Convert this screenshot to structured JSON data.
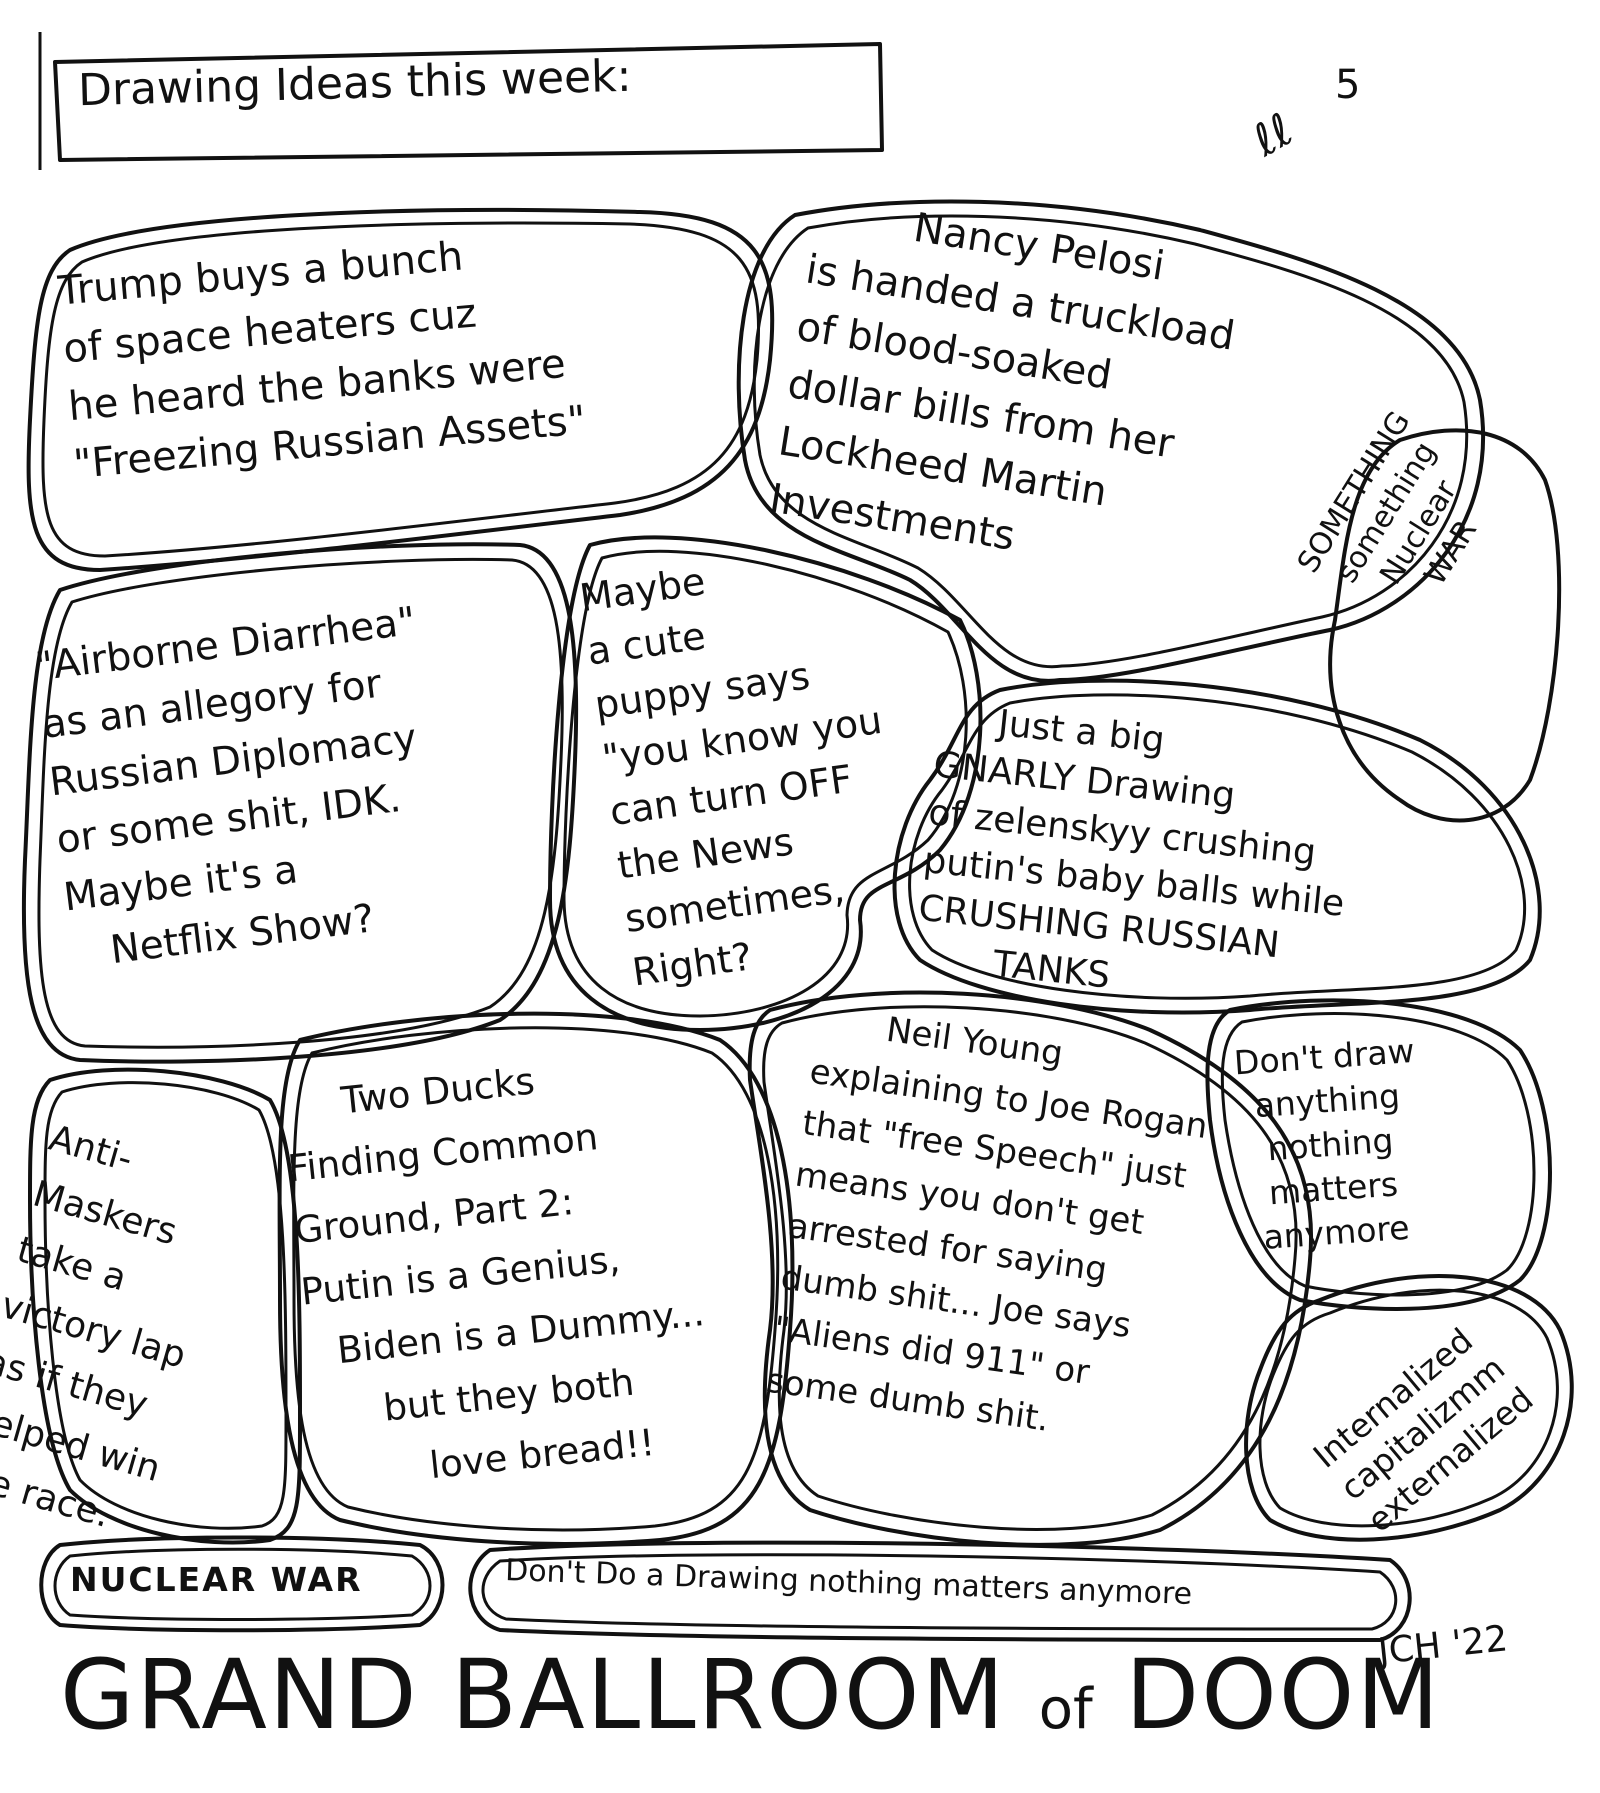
{
  "header": {
    "title": "Drawing Ideas this week:"
  },
  "margin_marks": {
    "number": "5",
    "squiggle": "ℓℓ"
  },
  "bubbles": {
    "trump": {
      "lines": [
        "Trump buys a bunch",
        "of space heaters cuz",
        "he heard the banks were",
        "\"Freezing Russian Assets\""
      ]
    },
    "pelosi": {
      "lines": [
        "Nancy Pelosi",
        "is handed a truckload",
        "of blood-soaked",
        "dollar bills from her",
        "Lockheed Martin",
        "Investments"
      ]
    },
    "nuclear_side": {
      "lines": [
        "SOMETHING",
        "something",
        "Nuclear",
        "WAR"
      ]
    },
    "airborne": {
      "lines": [
        "\"Airborne Diarrhea\"",
        "as an allegory for",
        "Russian Diplomacy",
        "or some shit, IDK.",
        "Maybe it's a",
        "Netflix Show?"
      ]
    },
    "puppy": {
      "lines": [
        "Maybe",
        "a cute",
        "puppy says",
        "\"you know you",
        "can turn OFF",
        "the News",
        "sometimes,",
        "Right?"
      ]
    },
    "zelenskyy": {
      "lines": [
        "Just a big",
        "GNARLY Drawing",
        "of zelenskyy crushing",
        "putin's baby balls while",
        "CRUSHING RUSSIAN",
        "TANKS"
      ]
    },
    "dont_draw": {
      "lines": [
        "Don't draw",
        "anything",
        "nothing",
        "matters",
        "anymore"
      ]
    },
    "anti_maskers": {
      "lines": [
        "Anti-",
        "Maskers",
        "take a",
        "victory lap",
        "as if they",
        "helped win",
        "the race."
      ]
    },
    "ducks": {
      "lines": [
        "Two Ducks",
        "Finding Common",
        "Ground, Part 2:",
        "Putin is a Genius,",
        "Biden is a Dummy...",
        "but they both",
        "love bread!!"
      ]
    },
    "neil_young": {
      "lines": [
        "Neil Young",
        "explaining to Joe Rogan",
        "that \"free Speech\" just",
        "means you don't get",
        "arrested for saying",
        "dumb shit... Joe says",
        "\"Aliens did 911\" or",
        "some dumb shit."
      ]
    },
    "capitalism": {
      "lines": [
        "Internalized",
        "capitalizmm",
        "externalized"
      ]
    },
    "nuclear_war": {
      "text": "NUCLEAR WAR"
    },
    "dont_do": {
      "text": "Don't Do a Drawing nothing matters anymore"
    }
  },
  "signature": "JCH '22",
  "footer": {
    "title_main": "GRAND BALLROOM",
    "title_of": "of",
    "title_end": "DOOM"
  }
}
